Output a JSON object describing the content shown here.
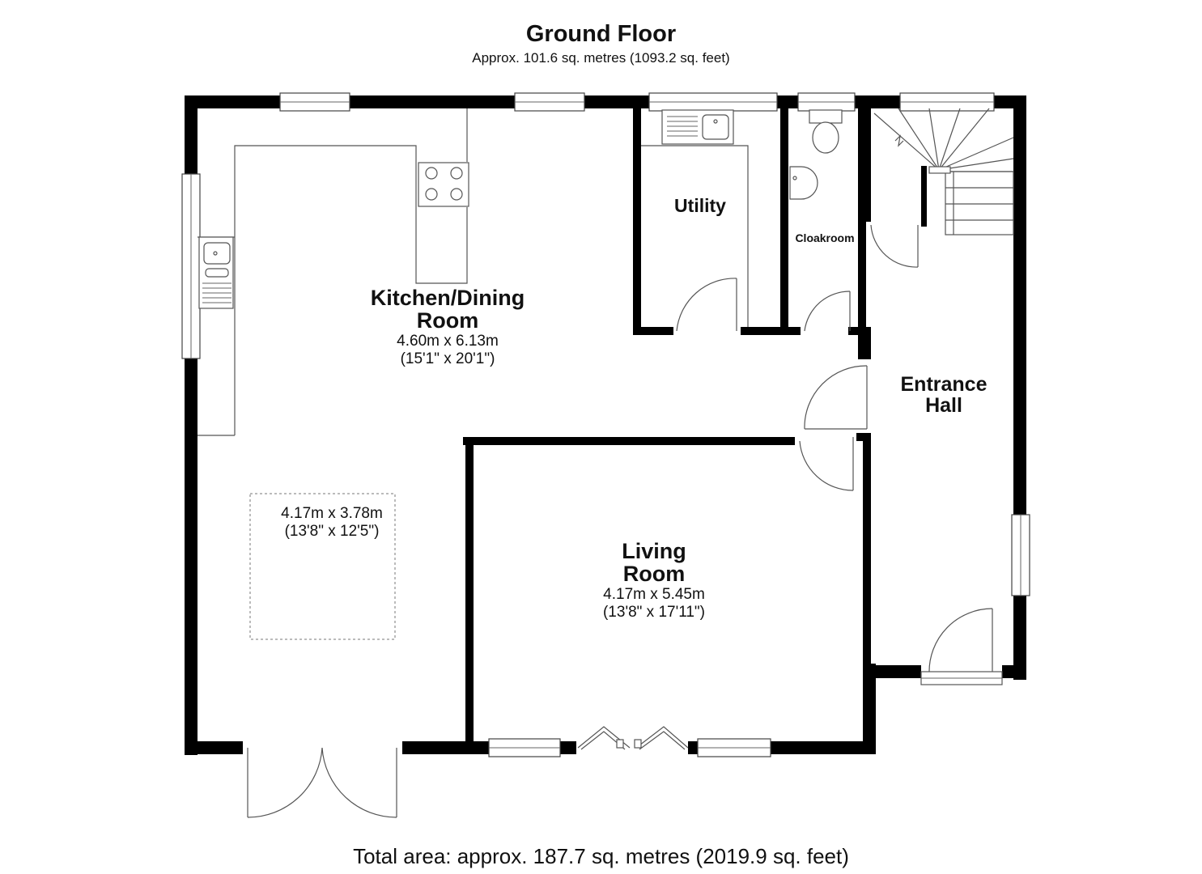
{
  "header": {
    "title": "Ground Floor",
    "area": "Approx. 101.6 sq. metres (1093.2 sq. feet)"
  },
  "footer": {
    "total_area": "Total area: approx. 187.7 sq. metres (2019.9 sq. feet)"
  },
  "rooms": {
    "kitchen": {
      "name_line1": "Kitchen/Dining",
      "name_line2": "Room",
      "dim_metric": "4.60m x 6.13m",
      "dim_imperial": "(15'1\" x 20'1\")"
    },
    "dining_area": {
      "dim_metric": "4.17m x 3.78m",
      "dim_imperial": "(13'8\" x 12'5\")"
    },
    "utility": {
      "name": "Utility"
    },
    "cloakroom": {
      "name": "Cloakroom"
    },
    "entrance_hall": {
      "name_line1": "Entrance",
      "name_line2": "Hall"
    },
    "living_room": {
      "name_line1": "Living",
      "name_line2": "Room",
      "dim_metric": "4.17m x 5.45m",
      "dim_imperial": "(13'8\" x 17'11\")"
    }
  }
}
